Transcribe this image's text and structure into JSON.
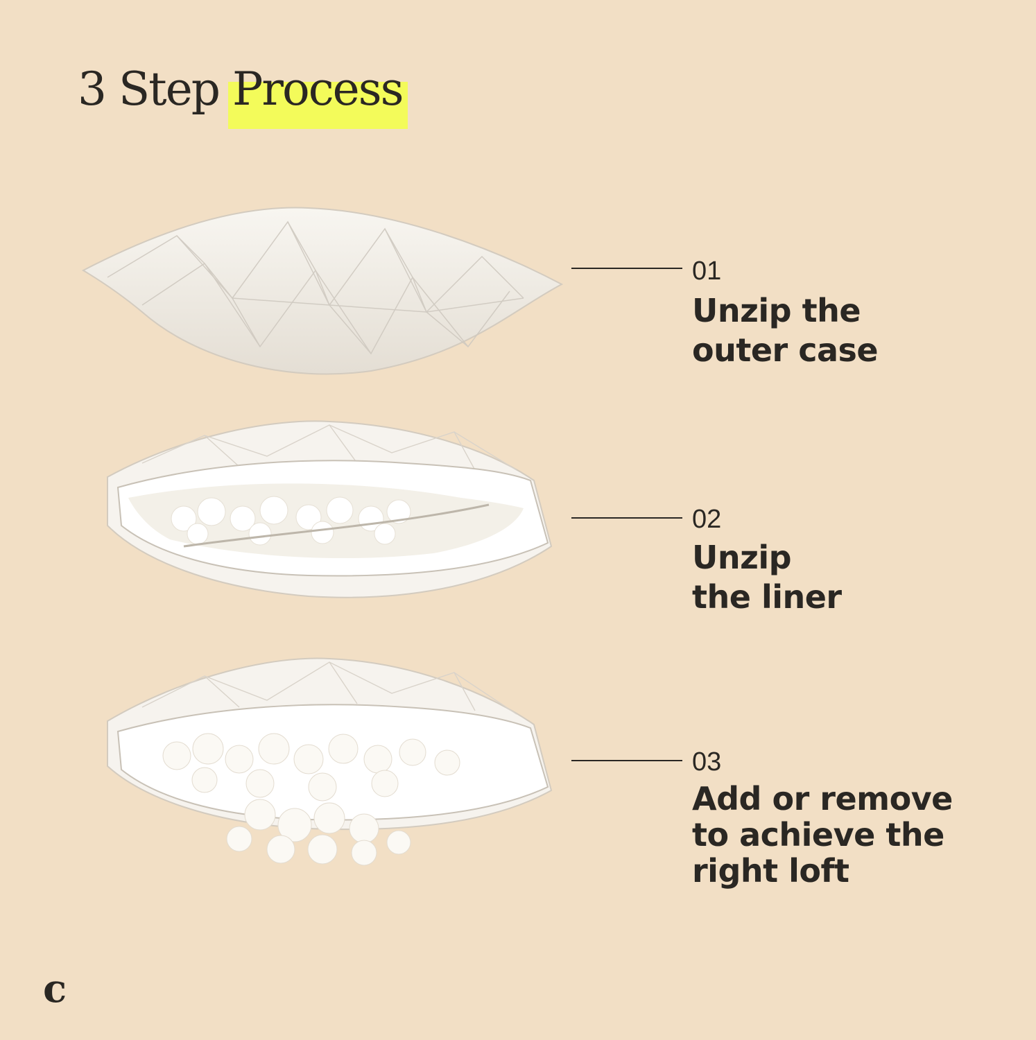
{
  "header": {
    "title_plain": "3 Step",
    "title_highlight": "Process",
    "highlight_color": "#F3FB5A"
  },
  "background_color": "#F2DFC5",
  "steps": [
    {
      "number": "01",
      "line1": "Unzip the",
      "line2": "outer case",
      "line3": "",
      "image": "closed-quilted-pillow"
    },
    {
      "number": "02",
      "line1": "Unzip",
      "line2": "the liner",
      "line3": "",
      "image": "pillow-open-liner"
    },
    {
      "number": "03",
      "line1": "Add or remove",
      "line2": "to achieve the",
      "line3": "right loft",
      "image": "pillow-fill-spilling"
    }
  ],
  "brand": {
    "logo": "c"
  }
}
